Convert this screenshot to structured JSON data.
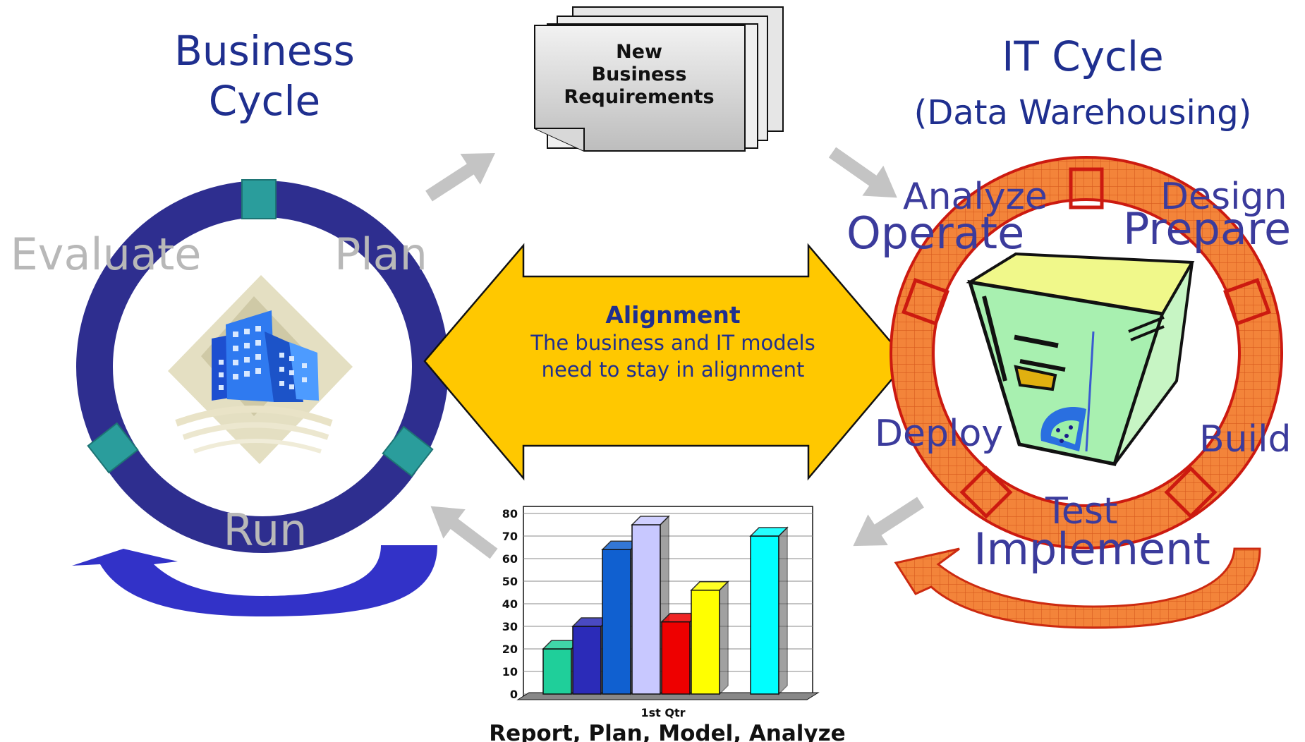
{
  "business": {
    "title_line1": "Business",
    "title_line2": "Cycle",
    "labels": {
      "evaluate": "Evaluate",
      "plan": "Plan",
      "run": "Run"
    }
  },
  "requirements": {
    "line1": "New",
    "line2": "Business",
    "line3": "Requirements"
  },
  "it": {
    "title_line1": "IT Cycle",
    "title_line2": "(Data Warehousing)",
    "labels": {
      "analyze": "Analyze",
      "design": "Design",
      "operate": "Operate",
      "prepare": "Prepare",
      "deploy": "Deploy",
      "build": "Build",
      "test": "Test",
      "implement": "Implement"
    }
  },
  "alignment": {
    "title": "Alignment",
    "line1": "The business and IT models",
    "line2": "need to stay in alignment"
  },
  "report_caption": "Report, Plan, Model, Analyze",
  "colors": {
    "business_ring": "#2e2e8f",
    "teal": "#2a9d9c",
    "arrow_fill": "#ffc800",
    "it_ring": "#f07a2a",
    "it_ring_edge": "#cc1a10"
  },
  "chart_data": {
    "type": "bar",
    "categories": [
      "1st Qtr"
    ],
    "xlabel": "1st Qtr",
    "ylim": [
      0,
      80
    ],
    "yticks": [
      "0",
      "10",
      "20",
      "30",
      "40",
      "50",
      "60",
      "70",
      "80"
    ],
    "values": [
      20,
      30,
      64,
      75,
      32,
      46,
      0,
      70
    ],
    "bar_colors": [
      "#1fcf9a",
      "#2b2bb8",
      "#1060d0",
      "#c8c8ff",
      "#ee0000",
      "#ffff00",
      "#ffffff",
      "#00ffff"
    ]
  }
}
